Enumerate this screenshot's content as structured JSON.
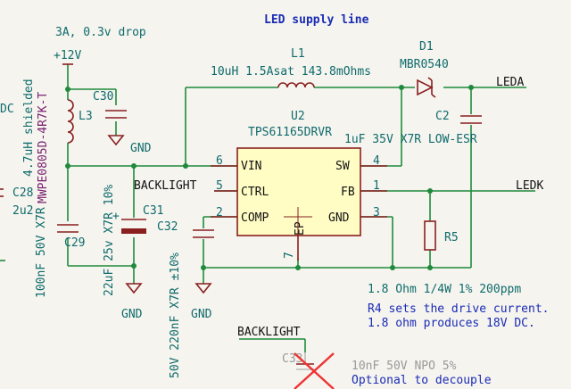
{
  "title": "LED supply line",
  "top_note": "3A, 0.3v drop",
  "power": "+12V",
  "ic": {
    "ref": "U2",
    "part": "TPS61165DRVR",
    "pins": {
      "vin": "VIN",
      "ctrl": "CTRL",
      "comp": "COMP",
      "sw": "SW",
      "fb": "FB",
      "gnd": "GND",
      "ep": "EP"
    },
    "nums": {
      "vin": "6",
      "ctrl": "5",
      "comp": "2",
      "sw": "4",
      "fb": "1",
      "gnd": "3",
      "ep": "7"
    }
  },
  "l1": {
    "ref": "L1",
    "value": "10uH 1.5Asat 143.8mOhms"
  },
  "d1": {
    "ref": "D1",
    "value": "MBR0540"
  },
  "c2": {
    "ref": "C2",
    "value": "1uF 35V X7R LOW-ESR"
  },
  "l3": {
    "ref": "L3",
    "value": "MWPE0805D-4R7K-T",
    "desc": "4.7uH shielded"
  },
  "c30": {
    "ref": "C30"
  },
  "c31": {
    "ref": "C31",
    "value": "22uF 25v X7R 10%"
  },
  "c29": {
    "ref": "C29",
    "value": "100nF 50V X7R"
  },
  "c32": {
    "ref": "C32",
    "value": "50V 220nF X7R ±10%"
  },
  "c28": {
    "ref": "C28",
    "value": "2u2"
  },
  "r5": {
    "ref": "R5",
    "value": "1.8 Ohm 1/4W 1% 200ppm"
  },
  "c33": {
    "ref": "C33",
    "value": "10nF 50V NPO 5%",
    "note": "Optional to decouple"
  },
  "nets": {
    "leda": "LEDA",
    "ledk": "LEDK",
    "backlight": "BACKLIGHT",
    "backlight2": "BACKLIGHT",
    "gnd": "GND",
    "dc": "DC"
  },
  "notes": [
    "R4 sets the drive current.",
    "1.8 ohm produces 18V DC."
  ]
}
